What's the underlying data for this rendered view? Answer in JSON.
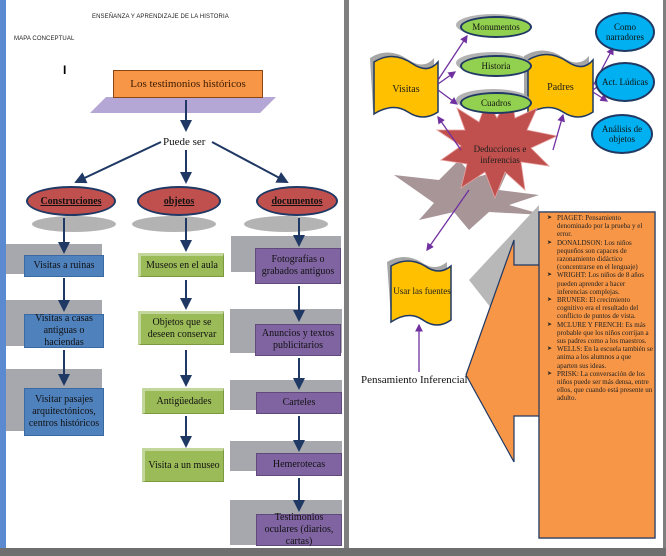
{
  "left_page": {
    "header_title": "ENSEÑANZA Y APRENDIZAJE DE LA HISTORIA",
    "subtitle": "MAPA CONCEPTUAL",
    "cursor_glyph": "I",
    "root": "Los testimonios históricos",
    "connector": "Puede ser",
    "categories": [
      {
        "label": "Construciones",
        "color": "#c0504d",
        "items": [
          "Visitas a ruinas",
          "Visitas a casas antiguas o haciendas",
          "Visitar pasajes arquitectónicos, centros históricos"
        ],
        "item_color": "#4f81bd"
      },
      {
        "label": "objetos",
        "color": "#c0504d",
        "items": [
          "Museos en el aula",
          "Objetos que se deseen conservar",
          "Antigüedades",
          "Visita a un museo"
        ],
        "item_color": "#9bbb59"
      },
      {
        "label": "documentos",
        "color": "#c0504d",
        "items": [
          "Fotografías o grabados antiguos",
          "Anuncios y textos publicitarios",
          "Carteles",
          "Hemerotecas",
          "Testimonios oculares (diarios, cartas)"
        ],
        "item_color": "#8064a2"
      }
    ]
  },
  "right_page": {
    "visitas": "Visitas",
    "visitas_children": [
      "Monumentos",
      "Historia",
      "Cuadros"
    ],
    "padres": "Padres",
    "padres_children": [
      "Como narradores",
      "Act. Lúdicas",
      "Análisis de objetos"
    ],
    "center": "Deducciones e inferencias",
    "usar_fuentes": "Usar las fuentes",
    "footer_label": "Pensamiento Inferencial",
    "bullets": [
      "PIAGET: Pensamiento denominado por la prueba y el error.",
      "DONALDSON: Los niños pequeños son capaces de razonamiento didáctico (concentrarse en el lenguaje)",
      "WRIGHT: Los niños de 8 años pueden aprender a hacer inferencias complejas.",
      "BRUNER: El crecimiento cognitivo era el resultado del conflicto de puntos de vista.",
      "MCLURE Y FRENCH: Es más probable que los niños corrijan a sus padres como a los maestros.",
      "WELLS: En la escuela también se anima a los alumnos a que aparten sus ideas.",
      "PRISK: La conversación de los niños puede ser más densa, entre ellos, que cuando está presente un adulto."
    ]
  },
  "colors": {
    "orange": "#f79646",
    "lavender": "#b4a7d6",
    "arrow_blue": "#1f3864",
    "arrow_purple": "#7030a0",
    "yellow": "#ffc000",
    "starburst": "#c0504d"
  }
}
